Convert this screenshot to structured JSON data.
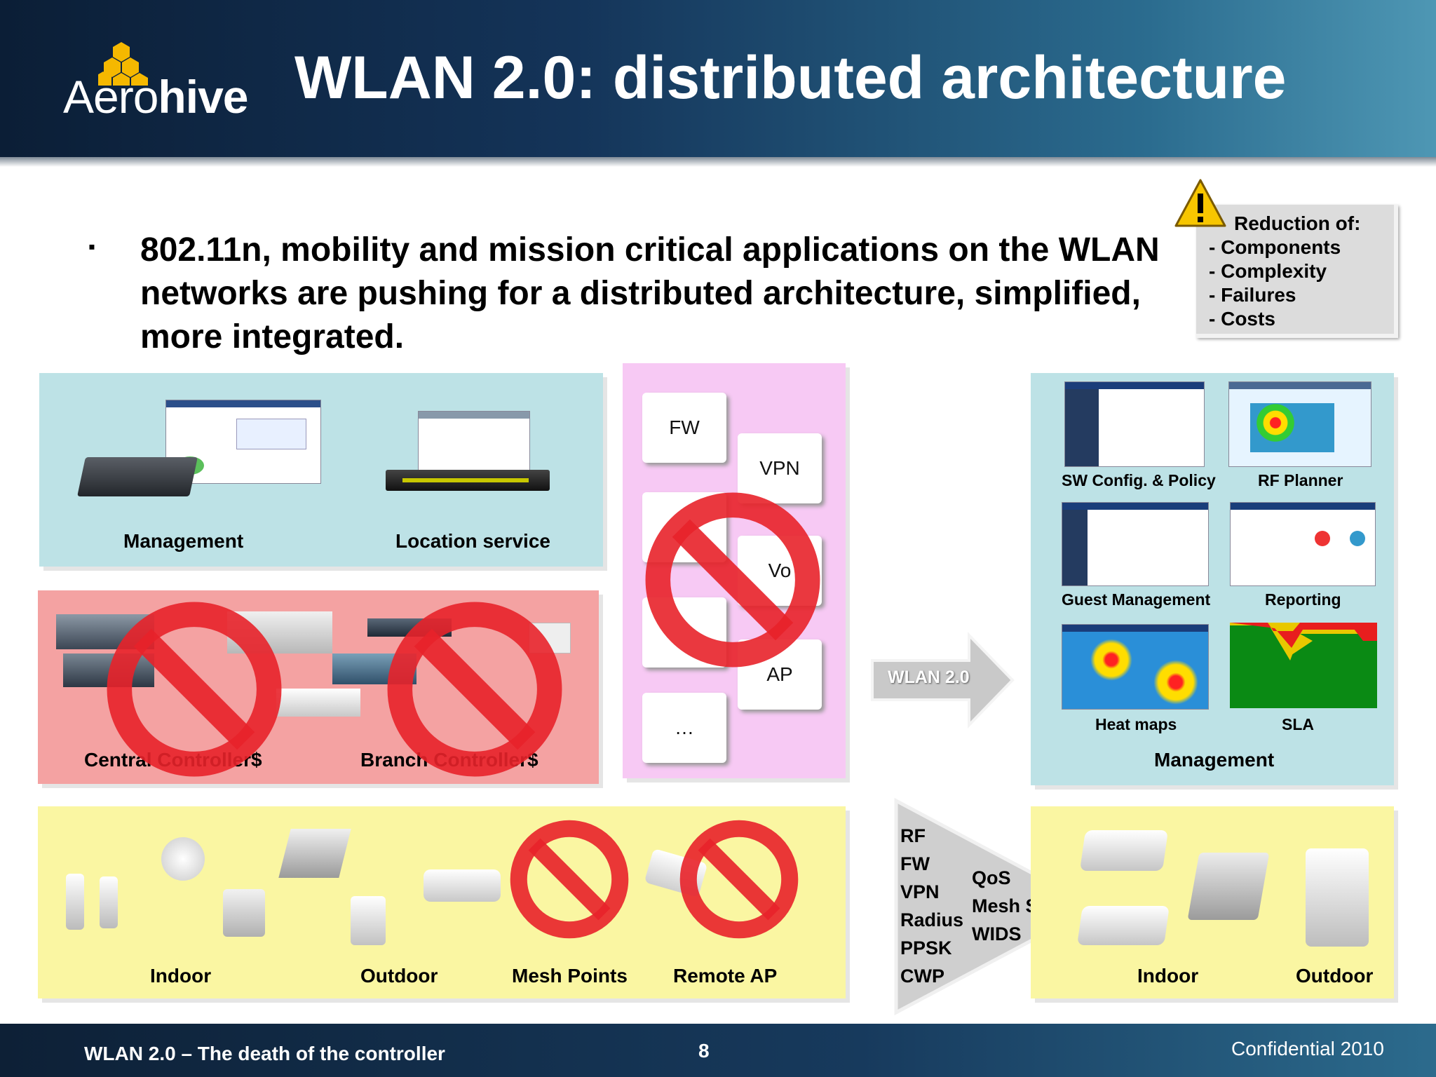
{
  "header": {
    "logo_text_light": "Aero",
    "logo_text_bold": "hive",
    "title": "WLAN 2.0: distributed architecture"
  },
  "bullet": {
    "marker": "▪",
    "text": "802.11n, mobility and mission critical applications on the WLAN networks are pushing for a distributed architecture, simplified, more integrated."
  },
  "reduction": {
    "title": "Reduction  of:",
    "items": [
      "- Components",
      "- Complexity",
      "- Failures",
      "- Costs"
    ]
  },
  "management_panel": {
    "management_label": "Management",
    "location_label": "Location service"
  },
  "controllers_panel": {
    "central_label": "Central Controller$",
    "branch_label": "Branch Controller$"
  },
  "services_panel": {
    "notes": [
      "FW",
      "VPN",
      "Vo",
      "AP",
      "…"
    ]
  },
  "arrow_label": "WLAN 2.0",
  "management2_panel": {
    "tiles": [
      "SW Config. & Policy",
      "RF Planner",
      "Guest Management",
      "Reporting",
      "Heat maps",
      "SLA"
    ],
    "caption": "Management"
  },
  "ap_panel": {
    "labels": [
      "Indoor",
      "Outdoor",
      "Mesh Points",
      "Remote AP"
    ]
  },
  "features": {
    "col1": [
      "RF",
      "FW",
      "VPN",
      "Radius",
      "PPSK",
      "CWP"
    ],
    "col2": [
      "QoS",
      "Mesh SLA",
      "WIDS"
    ]
  },
  "ap2_panel": {
    "indoor_label": "Indoor",
    "outdoor_label": "Outdoor"
  },
  "footer": {
    "left": "WLAN 2.0 – The death of the controller",
    "page": "8",
    "right": "Confidential 2010"
  },
  "colors": {
    "header_dark": "#0b1e36",
    "header_light": "#4e97b4",
    "panel_teal": "#bde2e6",
    "panel_red": "#f4a2a2",
    "panel_pink": "#f7c9f4",
    "panel_yellow": "#faf6a2",
    "prohibition_red": "#e8222a",
    "logo_gold": "#f5b800"
  }
}
